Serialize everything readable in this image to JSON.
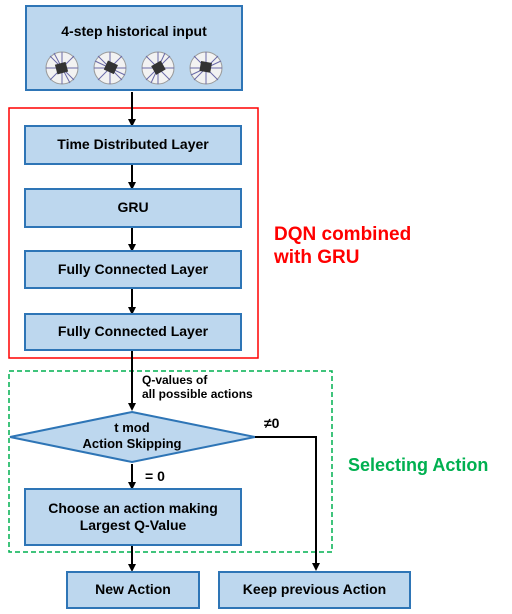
{
  "input_box": {
    "title": "4-step historical input",
    "frames": [
      "frame-1",
      "frame-2",
      "frame-3",
      "frame-4"
    ]
  },
  "network": {
    "layers": [
      "Time Distributed Layer",
      "GRU",
      "Fully Connected Layer",
      "Fully Connected Layer"
    ],
    "group_label_line1": "DQN combined",
    "group_label_line2": "with GRU",
    "group_border_color": "#ff0000"
  },
  "selection": {
    "qvalues_line1": "Q-values of",
    "qvalues_line2": "all possible actions",
    "decision_line1": "t mod",
    "decision_line2": "Action Skipping",
    "neq_label": "≠0",
    "eq_label": "= 0",
    "choose_line1": "Choose an action making",
    "choose_line2": "Largest  Q-Value",
    "group_label": "Selecting Action",
    "group_border_color": "#00b050"
  },
  "outputs": {
    "new_action": "New Action",
    "keep_action": "Keep previous Action"
  },
  "colors": {
    "box_fill": "#bdd7ee",
    "box_border": "#2e75b6",
    "arrow": "#000000"
  }
}
